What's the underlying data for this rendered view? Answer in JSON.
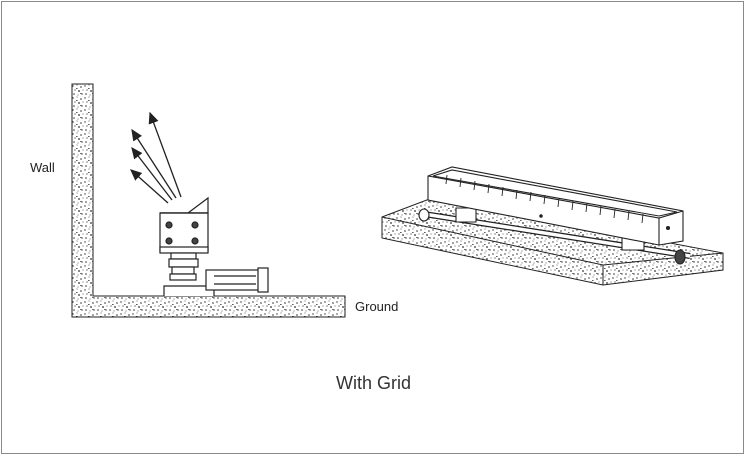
{
  "labels": {
    "wall": "Wall",
    "ground": "Ground"
  },
  "caption": "With Grid",
  "colors": {
    "line": "#222222",
    "frame": "#8a8a8a",
    "background": "#ffffff"
  }
}
